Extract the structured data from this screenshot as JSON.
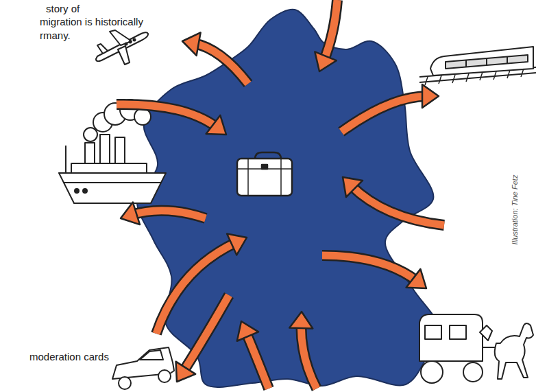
{
  "diagram": {
    "labels": [
      "story of",
      "migration is historically",
      "rmany.",
      "moderation cards",
      "Illustration: Tine Fetz"
    ]
  }
}
